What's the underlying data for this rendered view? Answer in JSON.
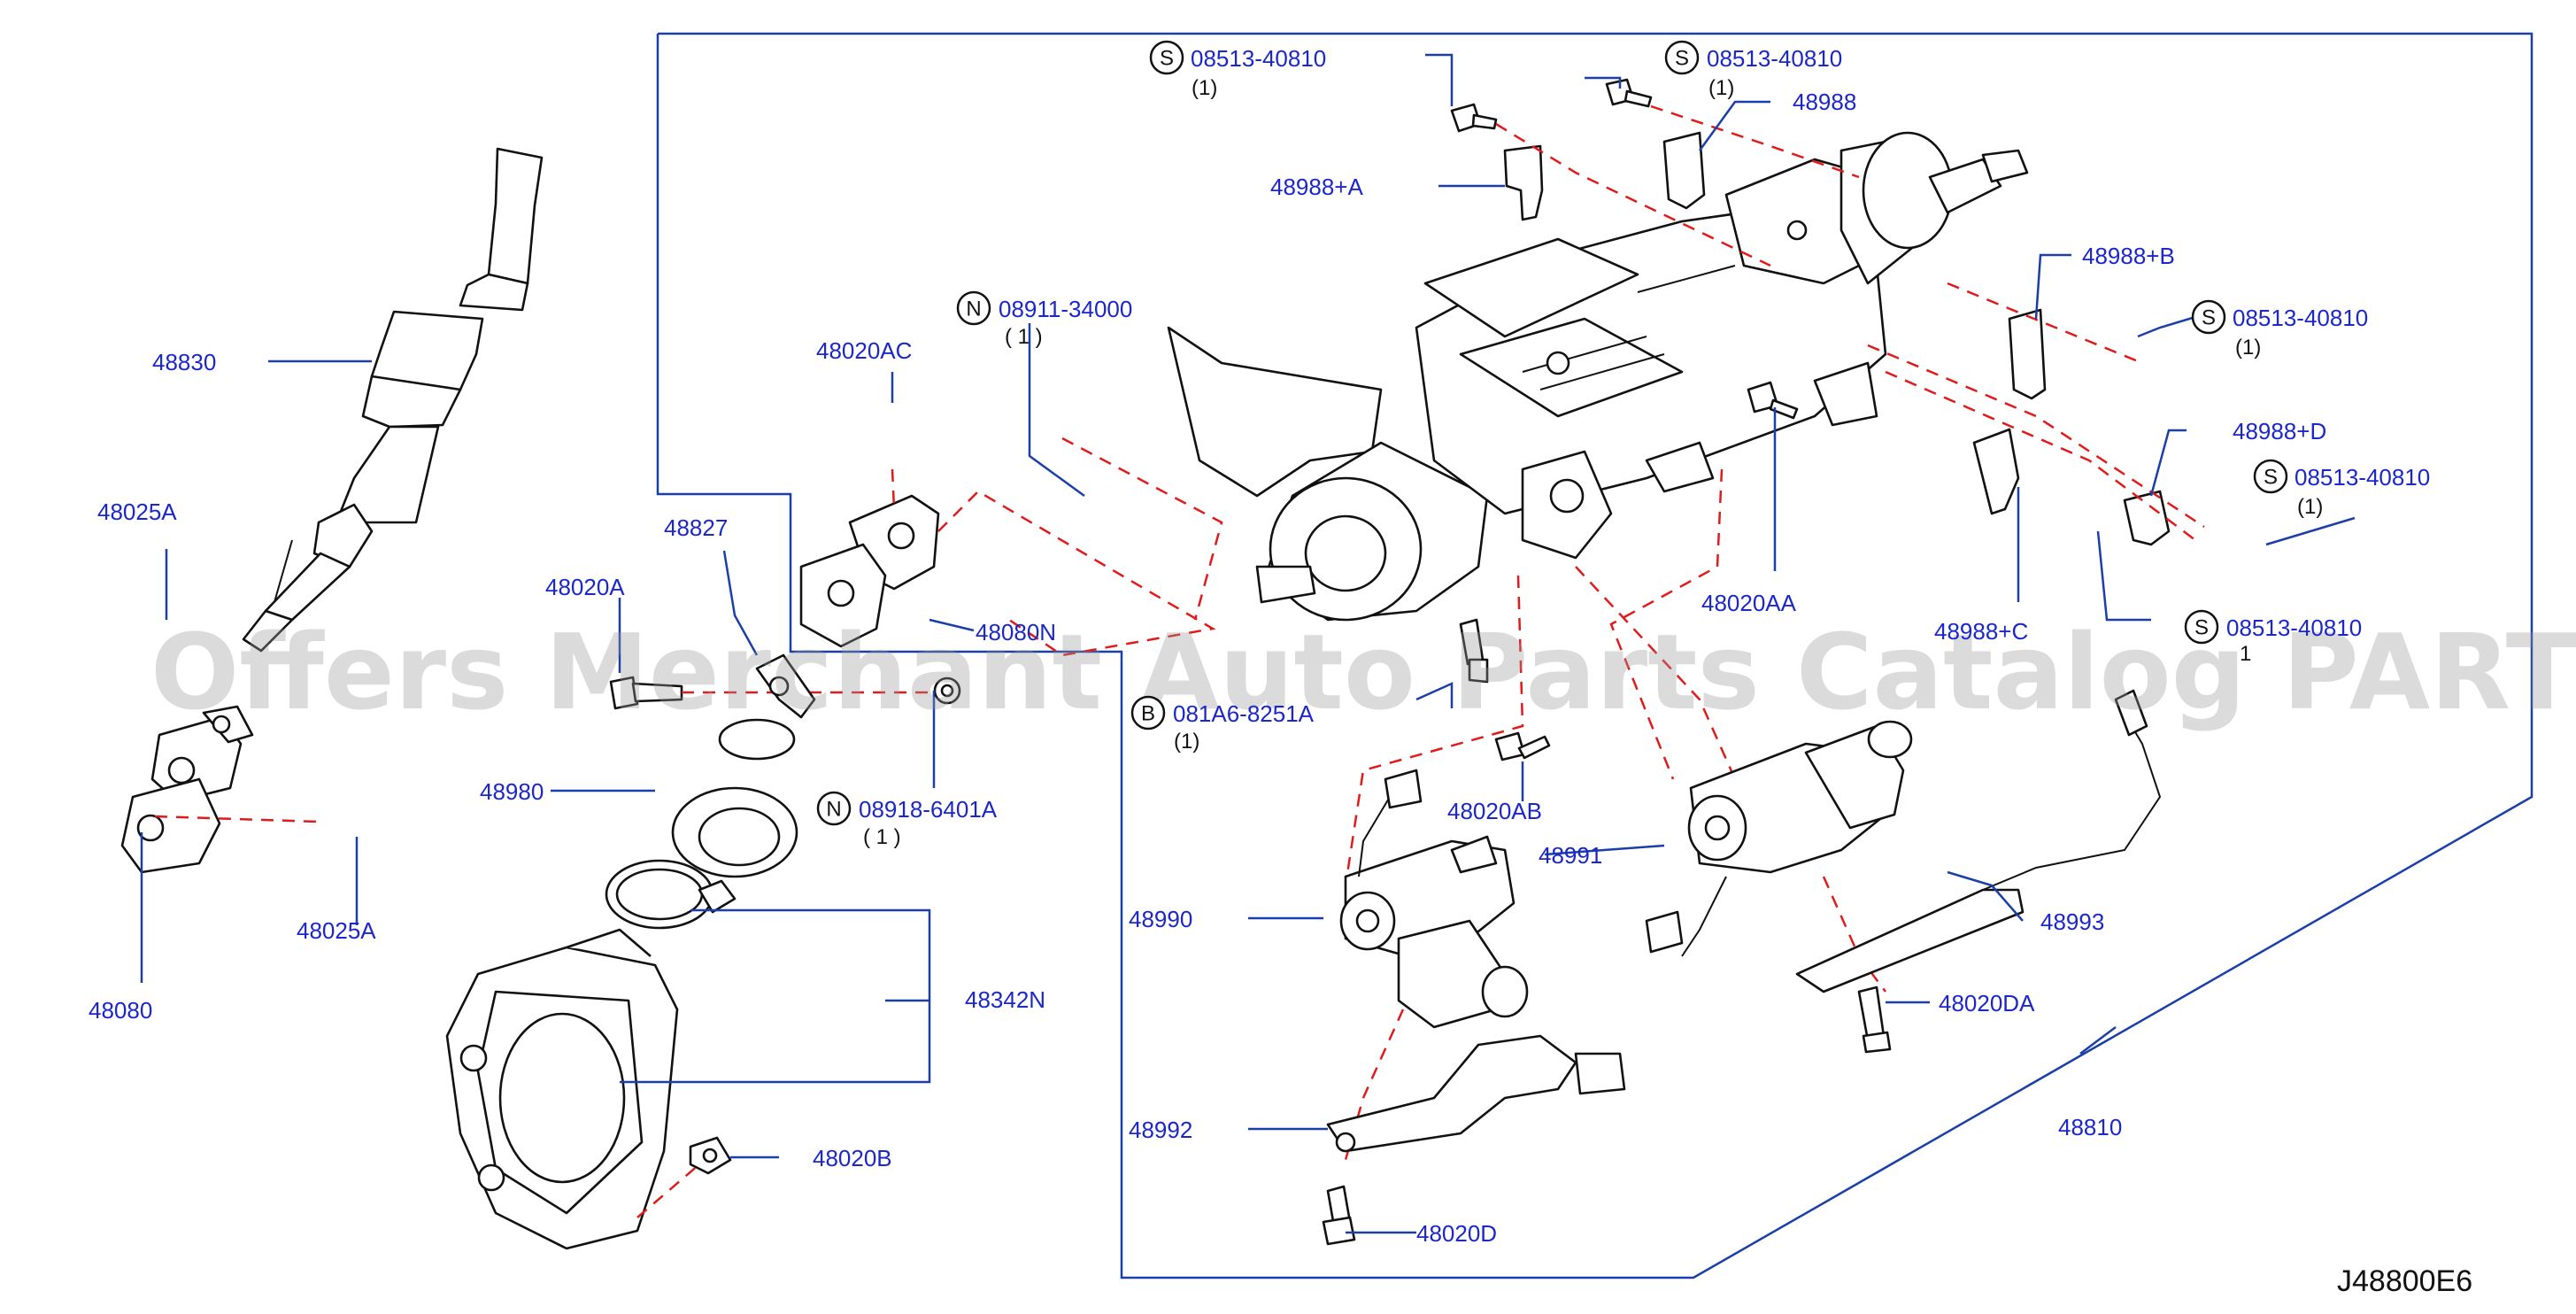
{
  "diagram_code": "J48800E6",
  "watermark": "Offers Merchant Auto Parts Catalog PARTSTORE.SA",
  "colors": {
    "label": "#1b27c9",
    "leader": "#1b3fa8",
    "dash": "#e01b1b",
    "line": "#111111"
  },
  "labels": {
    "p48830": "48830",
    "p48025a_top": "48025A",
    "p48025a_bottom": "48025A",
    "p48080": "48080",
    "p48020a": "48020A",
    "p48827": "48827",
    "p48980": "48980",
    "p48342n": "48342N",
    "p48020b": "48020B",
    "p48020ac": "48020AC",
    "p48080n": "48080N",
    "p48988a": "48988+A",
    "p48988": "48988",
    "p48988b": "48988+B",
    "p48988d": "48988+D",
    "p48988c": "48988+C",
    "p48020aa": "48020AA",
    "p48020ab": "48020AB",
    "p48991": "48991",
    "p48990": "48990",
    "p48993": "48993",
    "p48020da": "48020DA",
    "p48992": "48992",
    "p48810": "48810",
    "p48020d": "48020D"
  },
  "callouts": {
    "s1": {
      "letter": "S",
      "part": "08513-40810",
      "qty": "(1)"
    },
    "s2": {
      "letter": "S",
      "part": "08513-40810",
      "qty": "(1)"
    },
    "s3": {
      "letter": "S",
      "part": "08513-40810",
      "qty": "(1)"
    },
    "s4": {
      "letter": "S",
      "part": "08513-40810",
      "qty": "(1)"
    },
    "s5": {
      "letter": "S",
      "part": "08513-40810",
      "qty": "1"
    },
    "n1": {
      "letter": "N",
      "part": "08911-34000",
      "qty": "( 1 )"
    },
    "n2": {
      "letter": "N",
      "part": "08918-6401A",
      "qty": "( 1 )"
    },
    "b1": {
      "letter": "B",
      "part": "081A6-8251A",
      "qty": "(1)"
    }
  }
}
